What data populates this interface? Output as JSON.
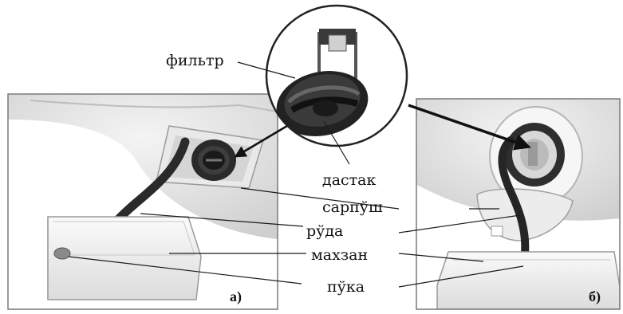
{
  "labels": {
    "filter": "фильтр",
    "handle": "дастак",
    "cover": "сарпўш",
    "hose": "рўда",
    "container": "махзан",
    "plug": "пўка"
  },
  "panels": {
    "left": "a)",
    "right": "б)"
  },
  "colors": {
    "line": "#1a1a1a",
    "panel_bg": "#f2f2f2",
    "machine": "#e6e6e6",
    "hose": "#2a2a2a",
    "tray": "#f4f4f4"
  }
}
